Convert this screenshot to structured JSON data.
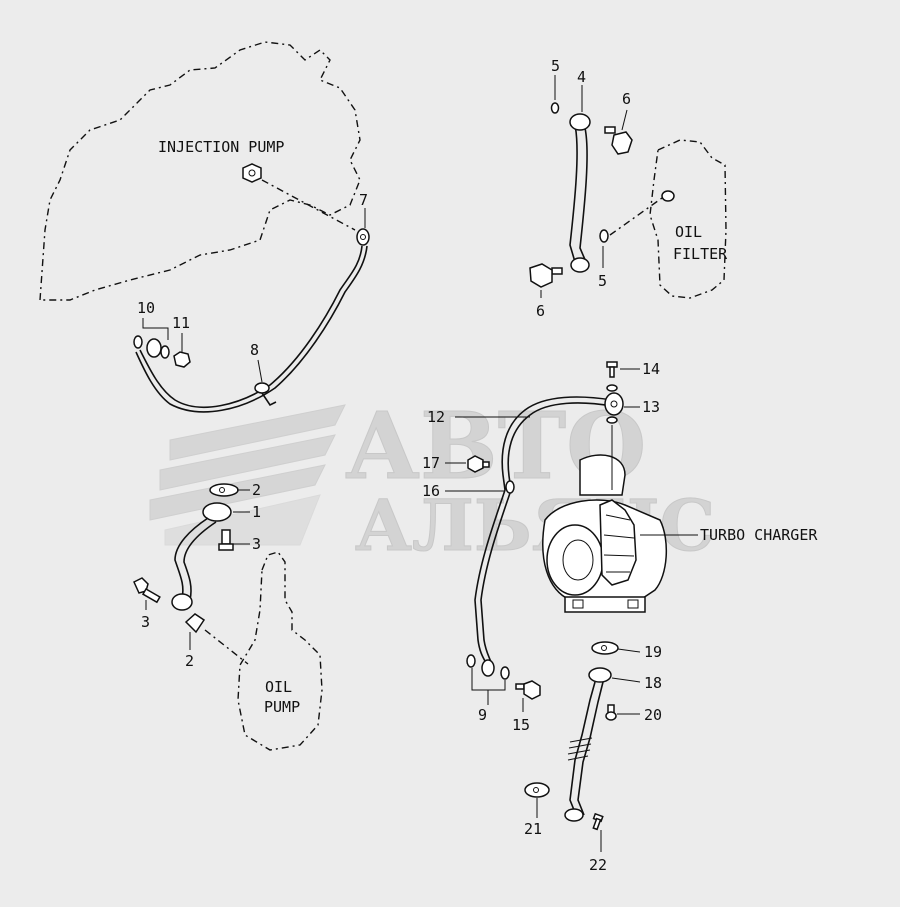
{
  "labels": {
    "injection_pump": "INJECTION PUMP",
    "oil_filter_1": "OIL",
    "oil_filter_2": "FILTER",
    "turbo_charger": "TURBO CHARGER",
    "oil_pump_1": "OIL",
    "oil_pump_2": "PUMP"
  },
  "watermark": {
    "line1": "АВТО",
    "line2": "АЛЬЯНС"
  },
  "callouts": {
    "n1": "1",
    "n2a": "2",
    "n2b": "2",
    "n3a": "3",
    "n3b": "3",
    "n4": "4",
    "n5a": "5",
    "n5b": "5",
    "n6a": "6",
    "n6b": "6",
    "n7": "7",
    "n8": "8",
    "n9": "9",
    "n10": "10",
    "n11": "11",
    "n12": "12",
    "n13": "13",
    "n14": "14",
    "n15": "15",
    "n16": "16",
    "n17": "17",
    "n18": "18",
    "n19": "19",
    "n20": "20",
    "n21": "21",
    "n22": "22"
  }
}
